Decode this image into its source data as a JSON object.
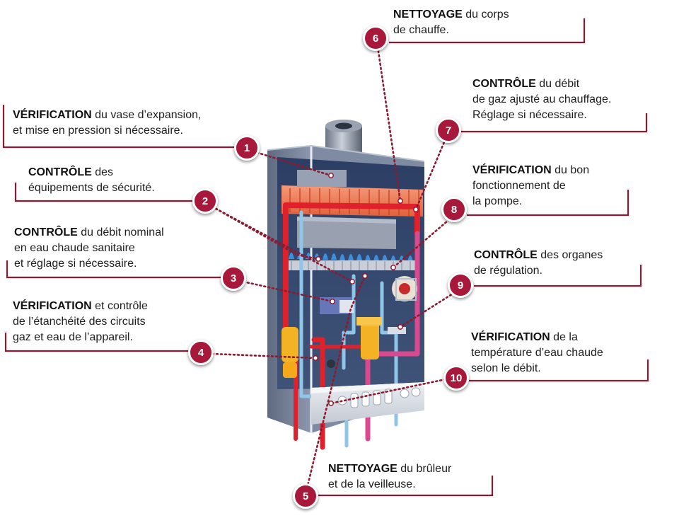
{
  "callouts": [
    {
      "number": "1",
      "bold": "VÉRIFICATION",
      "line1": " du vase d’expansion,",
      "line2": "et mise en pression si nécessaire.",
      "line3": ""
    },
    {
      "number": "2",
      "bold": "CONTRÔLE",
      "line1": " des",
      "line2": "équipements de sécurité.",
      "line3": ""
    },
    {
      "number": "3",
      "bold": "CONTRÔLE",
      "line1": " du débit nominal",
      "line2": "en eau chaude sanitaire",
      "line3": "et réglage si nécessaire."
    },
    {
      "number": "4",
      "bold": "VÉRIFICATION",
      "line1": " et contrôle",
      "line2": "de l’étanchéité des circuits",
      "line3": "gaz et eau de l’appareil."
    },
    {
      "number": "5",
      "bold": "NETTOYAGE",
      "line1": " du brûleur",
      "line2": "et de la veilleuse.",
      "line3": ""
    },
    {
      "number": "6",
      "bold": "NETTOYAGE",
      "line1": " du corps",
      "line2": "de chauffe.",
      "line3": ""
    },
    {
      "number": "7",
      "bold": "CONTRÔLE",
      "line1": " du débit",
      "line2": "de gaz ajusté au chauffage.",
      "line3": "Réglage si nécessaire."
    },
    {
      "number": "8",
      "bold": "VÉRIFICATION",
      "line1": " du bon",
      "line2": "fonctionnement de",
      "line3": "la pompe."
    },
    {
      "number": "9",
      "bold": "CONTRÔLE",
      "line1": " des organes",
      "line2": "de régulation.",
      "line3": ""
    },
    {
      "number": "10",
      "bold": "VÉRIFICATION",
      "line1": " de la",
      "line2": "température d’eau chaude",
      "line3": "selon le débit."
    }
  ],
  "colors": {
    "badge": "#a8183a",
    "leader": "#8c1a30",
    "frame": "#8c1a30",
    "pipe_red": "#e0202a",
    "pipe_blue": "#8fc6e8",
    "pipe_pink": "#d9498f",
    "heat_exchanger": "#f07a55",
    "flame": "#3b8fe0",
    "valve_yellow": "#f4b324",
    "casing": "#7f8aa3"
  }
}
